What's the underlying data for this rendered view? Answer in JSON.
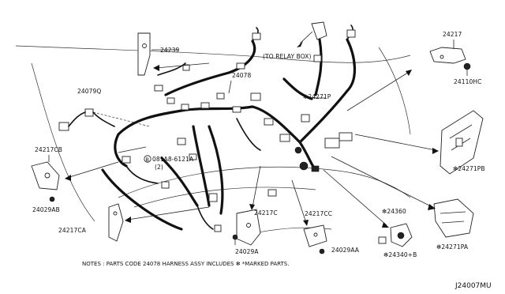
{
  "diagram": {
    "labels": {
      "p24239": "24239",
      "to_relay_box": "(TO RELAY BOX)",
      "p24217": "24217",
      "p24110hc": "24110HC",
      "p24078": "24078",
      "p24079q": "24079Q",
      "p24271p": "✻24271P",
      "bolt": "081A8-6121A",
      "bolt_qty": "(2)",
      "bolt_marker": "B",
      "p24217cb": "24217CB",
      "p24029ab": "24029AB",
      "p24217ca": "24217CA",
      "p24217c": "24217C",
      "p24029a": "24029A",
      "p24217cc": "24217CC",
      "p24029aa": "24029AA",
      "p24360": "✻24360",
      "p24340b": "✻24340+B",
      "p24271pa": "✻24271PA",
      "p24271pb": "✻24271PB"
    },
    "note": "NOTES : PARTS CODE 24078 HARNESS ASSY INCLUDES ✻ *MARKED PARTS.",
    "diagram_code": "J24007MU"
  }
}
